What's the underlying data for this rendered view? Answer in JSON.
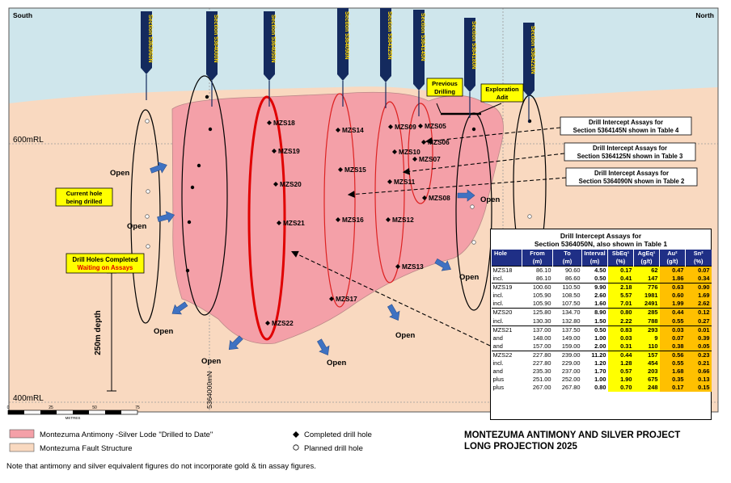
{
  "compass": {
    "left": "South",
    "right": "North"
  },
  "levels": {
    "rl600": "600mRL",
    "rl400": "400mRL",
    "depth": "250m depth",
    "easting": "5364000mN"
  },
  "sections": [
    {
      "label": "Section 5363960N"
    },
    {
      "label": "Section 5364000N"
    },
    {
      "label": "Section 5364050N"
    },
    {
      "label": "Section 5364090N"
    },
    {
      "label": "Section 5364125N"
    },
    {
      "label": "Section 5364145N"
    },
    {
      "label": "Section 5364180N"
    },
    {
      "label": "Section 5364220N"
    }
  ],
  "holes": [
    "MZS18",
    "MZS19",
    "MZS20",
    "MZS21",
    "MZS22",
    "MZS14",
    "MZS15",
    "MZS16",
    "MZS17",
    "MZS09",
    "MZS05",
    "MZS06",
    "MZS10",
    "MZS07",
    "MZS11",
    "MZS08",
    "MZS12",
    "MZS13"
  ],
  "open_label": "Open",
  "callouts": {
    "previous": "Previous\nDrilling",
    "adit": "Exploration\nAdit",
    "current": "Current hole\nbeing drilled",
    "completed": "Drill Holes Completed",
    "waiting": "Waiting on Assays"
  },
  "notes": [
    {
      "line1": "Drill Intercept Assays for",
      "line2": "Section 5364145N shown in Table 4"
    },
    {
      "line1": "Drill Intercept Assays for",
      "line2": "Section 5364125N shown in Table 3"
    },
    {
      "line1": "Drill Intercept Assays for",
      "line2": "Section 5364090N shown in Table 2"
    }
  ],
  "scale": {
    "ticks": [
      "0",
      "25",
      "50",
      "75"
    ],
    "unit": "METRES"
  },
  "legend": {
    "lode": "Montezuma Antimony -Silver Lode \"Drilled to Date\"",
    "fault": "Montezuma Fault Structure",
    "completed": "Completed drill hole",
    "planned": "Planned drill hole"
  },
  "project": {
    "line1": "MONTEZUMA ANTIMONY AND SILVER PROJECT",
    "line2": "LONG PROJECTION 2025"
  },
  "footnote": "Note that antimony and silver equivalent figures do not incorporate gold & tin assay figures.",
  "colors": {
    "sky": "#cfe6ec",
    "fault": "#f9d9c0",
    "lode": "#f4a0a8",
    "navy": "#1f2f86",
    "arrow": "#3f72c2",
    "callout": "#ffff00"
  },
  "table": {
    "title1": "Drill Intercept Assays for",
    "title2": "Section 5364050N, also shown in Table 1",
    "headers": [
      "Hole",
      "From",
      "To",
      "Interval",
      "SbEq¹",
      "AgEq¹",
      "Au²",
      "Sn²"
    ],
    "units": [
      "",
      "(m)",
      "(m)",
      "(m)",
      "(%)",
      "(g/t)",
      "(g/t)",
      "(%)"
    ],
    "rows": [
      [
        "MZS18",
        "86.10",
        "90.60",
        "4.50",
        "0.17",
        "62",
        "0.47",
        "0.07"
      ],
      [
        "incl.",
        "86.10",
        "86.60",
        "0.50",
        "0.41",
        "147",
        "1.86",
        "0.34"
      ],
      [
        "MZS19",
        "100.60",
        "110.50",
        "9.90",
        "2.18",
        "776",
        "0.63",
        "0.90"
      ],
      [
        "incl.",
        "105.90",
        "108.50",
        "2.60",
        "5.57",
        "1981",
        "0.60",
        "1.69"
      ],
      [
        "incl.",
        "105.90",
        "107.50",
        "1.60",
        "7.01",
        "2491",
        "1.99",
        "2.62"
      ],
      [
        "MZS20",
        "125.80",
        "134.70",
        "8.90",
        "0.80",
        "285",
        "0.44",
        "0.12"
      ],
      [
        "incl.",
        "130.30",
        "132.80",
        "1.50",
        "2.22",
        "788",
        "0.55",
        "0.27"
      ],
      [
        "MZS21",
        "137.00",
        "137.50",
        "0.50",
        "0.83",
        "293",
        "0.03",
        "0.01"
      ],
      [
        "and",
        "148.00",
        "149.00",
        "1.00",
        "0.03",
        "9",
        "0.07",
        "0.39"
      ],
      [
        "and",
        "157.00",
        "159.00",
        "2.00",
        "0.31",
        "110",
        "0.38",
        "0.05"
      ],
      [
        "MZS22",
        "227.80",
        "239.00",
        "11.20",
        "0.44",
        "157",
        "0.56",
        "0.23"
      ],
      [
        "incl.",
        "227.80",
        "229.00",
        "1.20",
        "1.28",
        "454",
        "0.55",
        "0.21"
      ],
      [
        "and",
        "235.30",
        "237.00",
        "1.70",
        "0.57",
        "203",
        "1.68",
        "0.66"
      ],
      [
        "plus",
        "251.00",
        "252.00",
        "1.00",
        "1.90",
        "675",
        "0.35",
        "0.13"
      ],
      [
        "plus",
        "267.00",
        "267.80",
        "0.80",
        "0.70",
        "248",
        "0.17",
        "0.15"
      ]
    ]
  }
}
